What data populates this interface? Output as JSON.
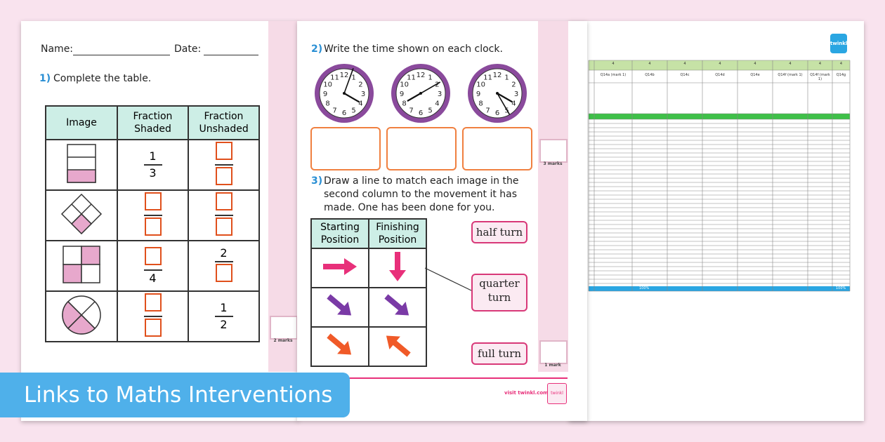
{
  "banner": {
    "text": "Links to Maths Interventions"
  },
  "sheet1": {
    "name_label": "Name:",
    "date_label": "Date:",
    "q1_num": "1)",
    "q1_text": "Complete the table.",
    "table_headers": [
      "Image",
      "Fraction Shaded",
      "Fraction Unshaded"
    ],
    "row1_shaded": {
      "num": "1",
      "den": "3"
    },
    "row3_shaded_den": "4",
    "row3_unshaded_num": "2",
    "row4_unshaded": {
      "num": "1",
      "den": "2"
    },
    "marks_label": "2 marks"
  },
  "sheet2": {
    "q2_num": "2)",
    "q2_text": "Write the time shown on each clock.",
    "clock_numbers": [
      "12",
      "1",
      "2",
      "3",
      "4",
      "5",
      "6",
      "7",
      "8",
      "9",
      "10",
      "11"
    ],
    "q3_num": "3)",
    "q3_line1": "Draw a line to match each image in the",
    "q3_line2": "second column to the movement it has",
    "q3_line3": "made. One has been done for you.",
    "col1_header": [
      "Starting",
      "Position"
    ],
    "col2_header": [
      "Finishing",
      "Position"
    ],
    "turns": {
      "half": "half turn",
      "quarter_1": "quarter",
      "quarter_2": "turn",
      "full": "full turn"
    },
    "marks_q2": "3 marks",
    "marks_q3": "1 mark",
    "footer_url": "visit twinkl.com",
    "badge": "twinkl"
  },
  "sheet3": {
    "logo": "twinkl",
    "header_qnums": [
      "4",
      "4",
      "4",
      "4",
      "4",
      "4",
      "4",
      "4"
    ],
    "header_codes": [
      "Q14a (mark 1)",
      "Q14b",
      "Q14c",
      "Q14d",
      "Q14e",
      "Q14f (mark 1)",
      "Q14f (mark 1)",
      "Q14g"
    ],
    "footer_pct": [
      "100%",
      "100%"
    ]
  },
  "colors": {
    "accent_blue": "#4fb0ea",
    "pink": "#d83878",
    "orange": "#e0501c",
    "teal_header": "#cdeee6",
    "purple_clock": "#8a4a9c"
  }
}
